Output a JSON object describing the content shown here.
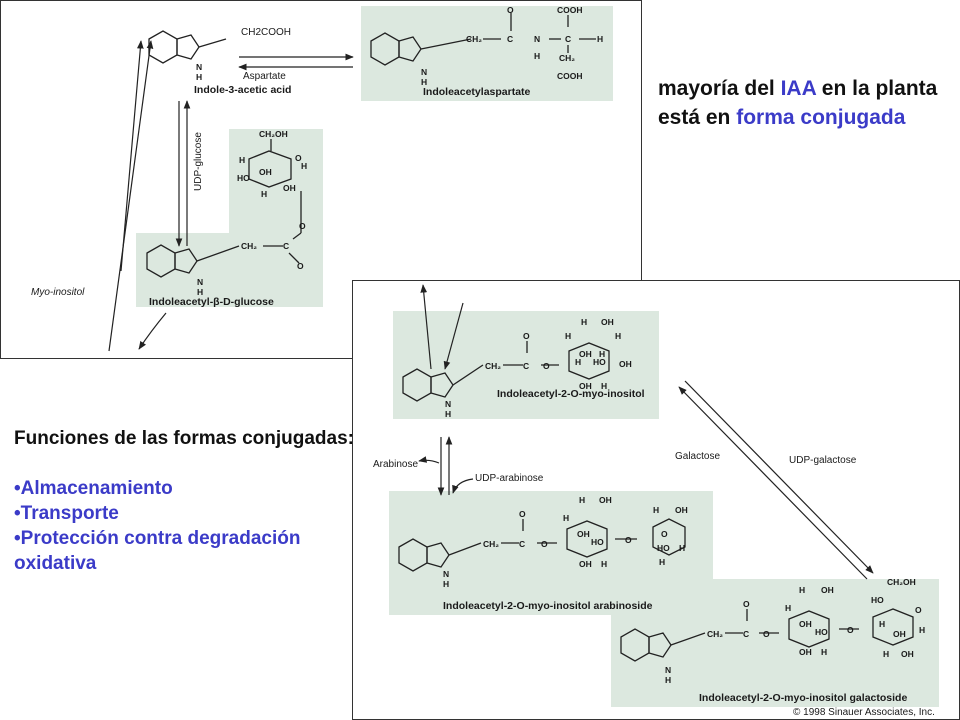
{
  "slide_title_text": {
    "part1": "mayoría del ",
    "part2": "IAA",
    "part3": " en la planta está en ",
    "part4": "forma conjugada"
  },
  "functions": {
    "heading": "Funciones de las formas conjugadas:",
    "items": [
      "•Almacenamiento",
      "•Transporte",
      "•Protección contra degradación oxidativa"
    ]
  },
  "figure_top": {
    "iaa_label": "Indole-3-acetic acid",
    "iaa_group": "CH2COOH",
    "aspartate": "Aspartate",
    "asp_label": "Indoleacetylaspartate",
    "udp_glucose": "UDP-glucose",
    "glucose_label": "Indoleacetyl-β-D-glucose",
    "myo_inositol": "Myo-inositol"
  },
  "figure_bottom": {
    "inositol_label": "Indoleacetyl-2-O-myo-inositol",
    "arabinose": "Arabinose",
    "udp_arabinose": "UDP-arabinose",
    "galactose": "Galactose",
    "udp_galactose": "UDP-galactose",
    "arabinoside_label": "Indoleacetyl-2-O-myo-inositol arabinoside",
    "galactoside_label": "Indoleacetyl-2-O-myo-inositol galactoside",
    "copyright": "© 1998 Sinauer Associates, Inc."
  },
  "colors": {
    "box_fill": "#dce8df",
    "highlight_text": "#3b3bc8"
  }
}
